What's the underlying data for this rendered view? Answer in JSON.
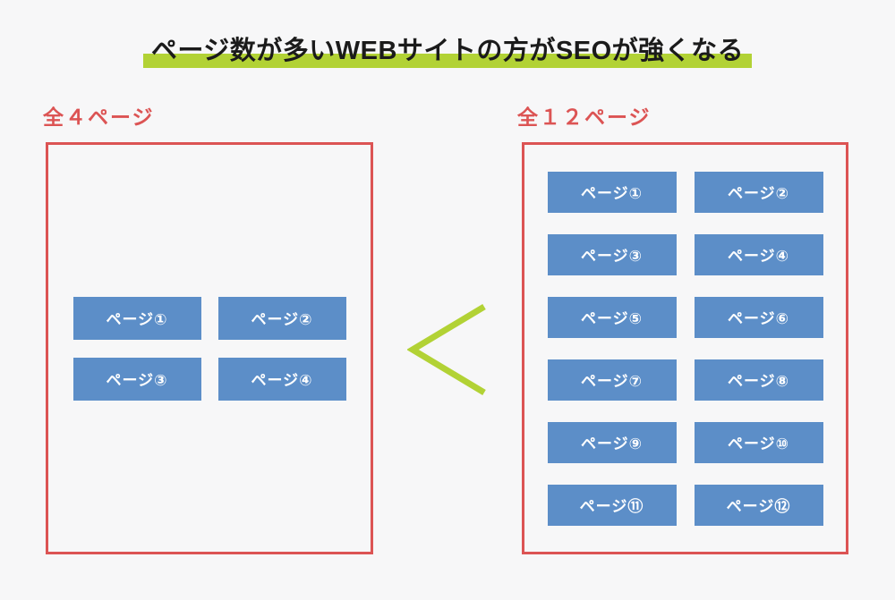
{
  "page": {
    "title": "ページ数が多いWEBサイトの方がSEOが強くなる"
  },
  "colors": {
    "highlight_green": "#b2d235",
    "frame_red": "#dc5454",
    "page_block_blue": "#5c8ec8",
    "title_text": "#1b1b1b",
    "background": "#f7f7f8",
    "page_block_text": "#ffffff"
  },
  "comparison": {
    "operator": "<",
    "left_site": {
      "label": "全４ページ",
      "pages": [
        "ページ①",
        "ページ②",
        "ページ③",
        "ページ④"
      ]
    },
    "right_site": {
      "label": "全１２ページ",
      "pages": [
        "ページ①",
        "ページ②",
        "ページ③",
        "ページ④",
        "ページ⑤",
        "ページ⑥",
        "ページ⑦",
        "ページ⑧",
        "ページ⑨",
        "ページ⑩",
        "ページ⑪",
        "ページ⑫"
      ]
    }
  }
}
